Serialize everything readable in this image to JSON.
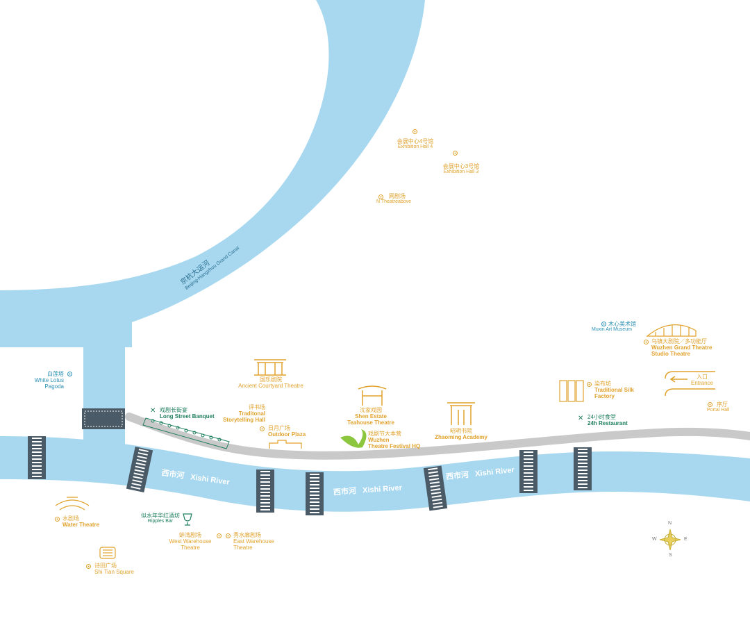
{
  "colors": {
    "water": "#a8d8f0",
    "road": "#c9c9c9",
    "orange": "#e0a22c",
    "teal": "#2a8fb5",
    "green": "#1f7f5d",
    "bridge": "#4a5a66"
  },
  "canal": {
    "cn": "京杭大运河",
    "en": "Beijing-Hangzhou Grand Canal"
  },
  "river": {
    "labels": [
      {
        "cn": "西市河",
        "en": "Xishi River"
      },
      {
        "cn": "西市河",
        "en": "Xishi River"
      },
      {
        "cn": "西市河",
        "en": "Xishi River"
      }
    ]
  },
  "places": {
    "hall4": {
      "cn": "会展中心4号馆",
      "en": "Exhibition Hall 4"
    },
    "hall3": {
      "cn": "会展中心3号馆",
      "en": "Exhibition Hall 3"
    },
    "n_theatre": {
      "cn": "网剧场",
      "en": "N Theatreabove"
    },
    "muxin": {
      "cn": "木心美术馆",
      "en": "Muxin Art Museum"
    },
    "grand_theatre": {
      "cn": "乌镇大剧院／多功能厅",
      "en1": "Wuzhen Grand Theatre",
      "en2": "Studio Theatre"
    },
    "entrance": {
      "cn": "入口",
      "en": "Entrance"
    },
    "portal_hall": {
      "cn": "序厅",
      "en": "Portal Hall"
    },
    "silk_factory": {
      "cn": "染布坊",
      "en1": "Traditional Silk",
      "en2": "Factory"
    },
    "restaurant": {
      "cn": "24小时食堂",
      "en": "24h Restaurant"
    },
    "white_lotus": {
      "cn": "白莲塔",
      "en1": "White Lotus",
      "en2": "Pagoda"
    },
    "long_street": {
      "cn": "戏剧长街宴",
      "en": "Long Street  Banquet"
    },
    "courtyard": {
      "cn": "国乐剧院",
      "en": "Ancient Courtyard Theatre"
    },
    "storytelling": {
      "cn": "评书场",
      "en1": "Traditonal",
      "en2": "Storytelling Hall"
    },
    "outdoor_plaza": {
      "cn": "日月广场",
      "en": "Outdoor Plaza"
    },
    "shen_estate": {
      "cn": "沈家戏园",
      "en1": "Shen Estate",
      "en2": "Teahouse Theatre"
    },
    "festival_hq": {
      "cn": "戏剧节大本营",
      "en1": "Wuzhen",
      "en2": "Theatre Festival HQ"
    },
    "zhaoming": {
      "cn": "昭明书院",
      "en": "Zhaoming Academy"
    },
    "water_theatre": {
      "cn": "水剧场",
      "en": "Water Theatre"
    },
    "ripples_bar": {
      "cn": "似水年华红酒坊",
      "en": "Ripples Bar"
    },
    "west_warehouse": {
      "cn": "蚌湾剧场",
      "en1": "West Warehouse",
      "en2": "Theatre"
    },
    "east_warehouse": {
      "cn": "秀水廊剧场",
      "en1": "East Warehouse",
      "en2": "Theatre"
    },
    "shitian": {
      "cn": "诗田广场",
      "en": "Shi Tian Square"
    }
  },
  "compass": {
    "n": "N",
    "s": "S",
    "e": "E",
    "w": "W"
  }
}
